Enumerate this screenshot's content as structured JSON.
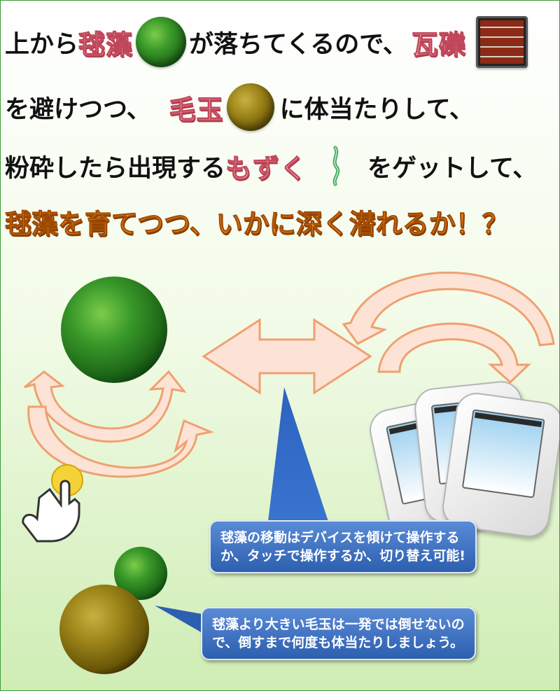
{
  "line1": {
    "text_a": "上から",
    "marimo": "毬藻",
    "text_b": "が落ちてくるので、",
    "rubble": "瓦礫"
  },
  "line2": {
    "text_a": "を避けつつ、",
    "furball": "毛玉",
    "text_b": "に体当たりして、"
  },
  "line3": {
    "text_a": "粉砕したら出現する",
    "mozuku": "もずく",
    "text_b": "をゲットして、"
  },
  "line4": {
    "text": "毬藻を育てつつ、いかに深く潜れるか！？"
  },
  "bubble1": {
    "line1": "毬藻の移動はデバイスを傾けて操作する",
    "line2": "か、タッチで操作するか、切り替え可能!"
  },
  "bubble2": {
    "line1": "毬藻より大きい毛玉は一発では倒せないの",
    "line2": "で、倒すまで何度も体当たりしましょう。"
  },
  "colors": {
    "highlight_pink": "#f6b8bd",
    "accent_orange": "#f08a1d",
    "bubble_blue": "#3a6cc0",
    "arrow_fill": "#fde3d6",
    "arrow_stroke": "#f0a070"
  }
}
